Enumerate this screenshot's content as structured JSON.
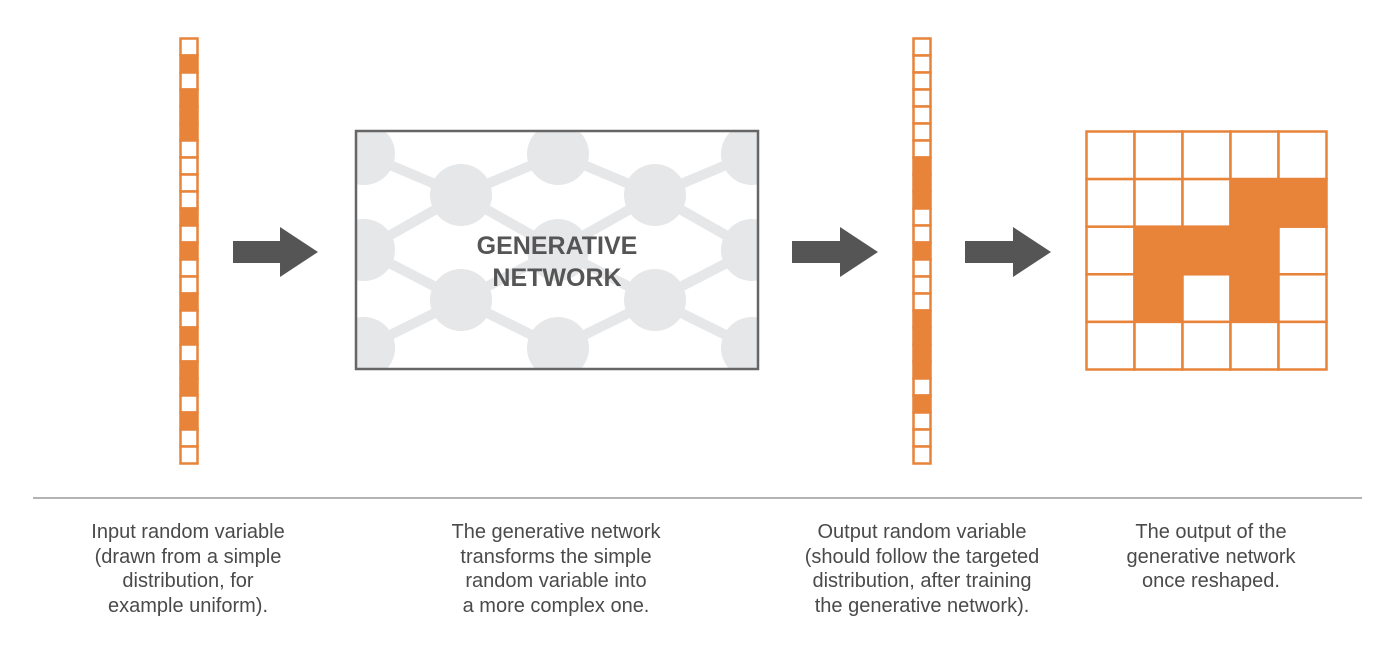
{
  "colors": {
    "orange": "#e8833a",
    "arrow": "#555555",
    "box_border": "#666666",
    "network_nodes": "#e6e7e9",
    "divider": "#9a9a9a",
    "caption_text": "#4a4a4a"
  },
  "input_vector": {
    "cells": 25,
    "filled": [
      1,
      3,
      4,
      5,
      10,
      12,
      15,
      17,
      19,
      20,
      22
    ]
  },
  "output_vector": {
    "cells": 25,
    "filled": [
      7,
      8,
      9,
      12,
      16,
      17,
      18,
      19,
      21
    ]
  },
  "generative_network": {
    "title_lines": [
      "GENERATIVE",
      "NETWORK"
    ]
  },
  "output_grid": {
    "rows": 5,
    "cols": 5,
    "filled": [
      [
        1,
        3
      ],
      [
        1,
        4
      ],
      [
        2,
        1
      ],
      [
        2,
        2
      ],
      [
        2,
        3
      ],
      [
        3,
        1
      ],
      [
        3,
        3
      ]
    ]
  },
  "captions": [
    {
      "lines": [
        "Input random variable",
        "(drawn from a simple",
        "distribution, for",
        "example uniform)."
      ]
    },
    {
      "lines": [
        "The generative network",
        "transforms the simple",
        "random variable into",
        "a more complex one."
      ]
    },
    {
      "lines": [
        "Output random variable",
        "(should follow the targeted",
        "distribution, after training",
        "the generative network)."
      ]
    },
    {
      "lines": [
        "The output of the",
        "generative network",
        "once reshaped."
      ]
    }
  ]
}
